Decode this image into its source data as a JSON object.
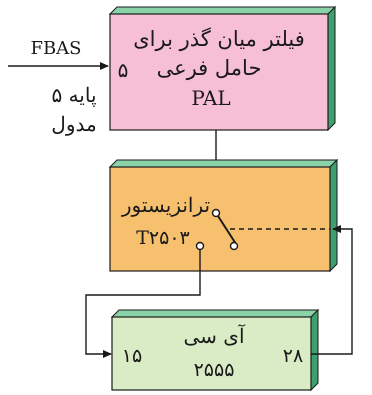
{
  "input": {
    "signal": "FBAS",
    "pin_description_line1": "پایه ۵",
    "pin_description_line2": "مدول"
  },
  "filter_block": {
    "line1": "فیلتر میان گذر برای",
    "line2": "حامل فرعی",
    "line3": "PAL",
    "input_pin": "۵",
    "color": "#f6bfd6"
  },
  "transistor_block": {
    "line1": "ترانزیستور",
    "line2": "T۲۵۰۳",
    "color": "#f7c06e"
  },
  "ic_block": {
    "line1": "آی سی",
    "line2": "۲۵۵۵",
    "pin_left": "۱۵",
    "pin_right": "۲۸",
    "color": "#d9ecc6"
  },
  "colors": {
    "side_shade": "#3fa06f",
    "line": "#1a1a1a"
  }
}
